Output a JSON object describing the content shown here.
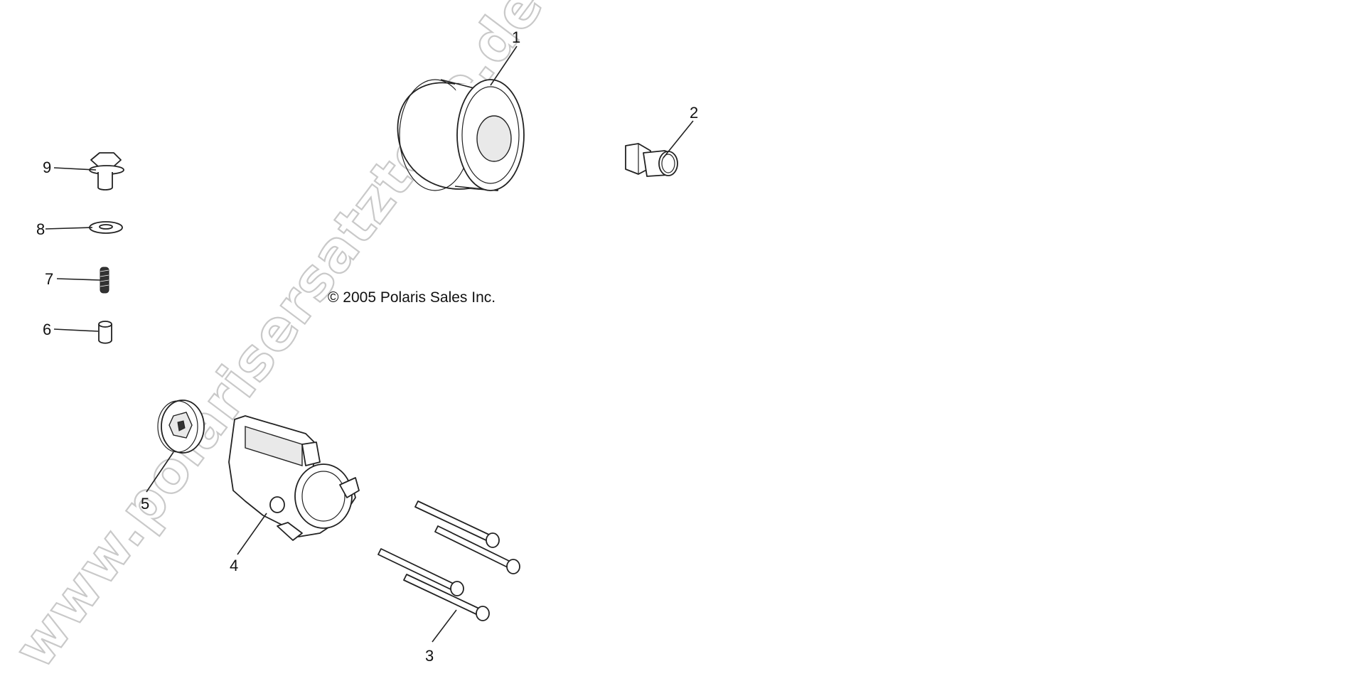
{
  "watermark": "www.polarisersatzteile.de",
  "copyright": "© 2005 Polaris Sales Inc.",
  "callouts": [
    {
      "id": "1",
      "label": "1"
    },
    {
      "id": "2",
      "label": "2"
    },
    {
      "id": "3",
      "label": "3"
    },
    {
      "id": "4",
      "label": "4"
    },
    {
      "id": "5",
      "label": "5"
    },
    {
      "id": "6",
      "label": "6"
    },
    {
      "id": "7",
      "label": "7"
    },
    {
      "id": "8",
      "label": "8"
    },
    {
      "id": "9",
      "label": "9"
    }
  ]
}
